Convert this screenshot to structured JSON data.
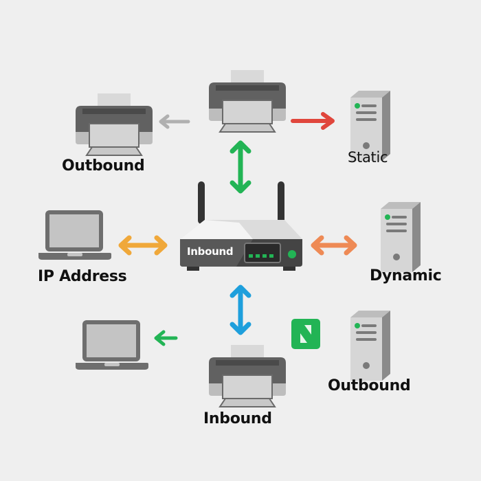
{
  "diagram": {
    "center": {
      "type": "router",
      "label": "Inbound",
      "led_color": "#22b455"
    },
    "nodes": [
      {
        "id": "printer-top-left",
        "type": "printer",
        "label": "Outbound"
      },
      {
        "id": "printer-top",
        "type": "printer",
        "label": ""
      },
      {
        "id": "server-top-right",
        "type": "server",
        "label": "Static"
      },
      {
        "id": "laptop-left",
        "type": "laptop",
        "label": "IP Address"
      },
      {
        "id": "server-right",
        "type": "server",
        "label": "Dynamic"
      },
      {
        "id": "laptop-bottom-left",
        "type": "laptop",
        "label": ""
      },
      {
        "id": "printer-bottom",
        "type": "printer",
        "label": "Inbound"
      },
      {
        "id": "server-bottom-right",
        "type": "server",
        "label": "Outbound"
      },
      {
        "id": "green-badge",
        "type": "badge-icon",
        "label": ""
      }
    ],
    "arrows": [
      {
        "from": "printer-top",
        "to": "printer-top-left",
        "direction": "left",
        "color": "#b0b0b0"
      },
      {
        "from": "printer-top",
        "to": "server-top-right",
        "direction": "right",
        "color": "#e0463c"
      },
      {
        "from": "router",
        "to": "printer-top",
        "direction": "both-vertical",
        "color": "#22b455"
      },
      {
        "from": "router",
        "to": "laptop-left",
        "direction": "both-horizontal",
        "color": "#f0a83a"
      },
      {
        "from": "router",
        "to": "server-right",
        "direction": "both-horizontal",
        "color": "#ee8a55"
      },
      {
        "from": "router",
        "to": "printer-bottom",
        "direction": "both-vertical",
        "color": "#1e9fdc"
      },
      {
        "from": "laptop-bottom-left",
        "to": "",
        "direction": "left",
        "color": "#22b455"
      }
    ]
  },
  "labels": {
    "top_left": "Outbound",
    "top_right": "Static",
    "left": "IP Address",
    "right": "Dynamic",
    "bottom": "Inbound",
    "bottom_right": "Outbound",
    "router": "Inbound"
  }
}
